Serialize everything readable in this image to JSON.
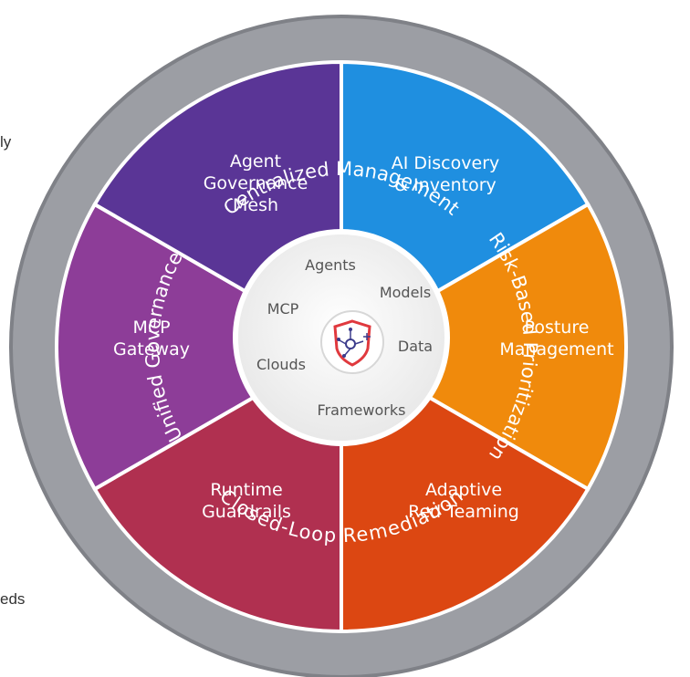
{
  "side_text": {
    "top": "ly",
    "bottom": "eds"
  },
  "ring": {
    "top": "Centralized Management",
    "right": "Risk-Based Prioritization",
    "bottom": "Closed-Loop Remediation",
    "left": "Unified Governance"
  },
  "segments": [
    {
      "lines": [
        "AI Discovery",
        "& Inventory"
      ],
      "color": "#1f8fe0"
    },
    {
      "lines": [
        "Posture",
        "Management"
      ],
      "color": "#f08a0c"
    },
    {
      "lines": [
        "Adaptive",
        "Red Teaming"
      ],
      "color": "#dc4712"
    },
    {
      "lines": [
        "Runtime",
        "Guardrails"
      ],
      "color": "#b03050"
    },
    {
      "lines": [
        "MCP",
        "Gateway"
      ],
      "color": "#8d3d98"
    },
    {
      "lines": [
        "Agent",
        "Governance",
        "Mesh"
      ],
      "color": "#5a3596"
    }
  ],
  "core": {
    "agents": "Agents",
    "models": "Models",
    "mcp": "MCP",
    "data": "Data",
    "clouds": "Clouds",
    "frameworks": "Frameworks",
    "icon": "shield-network-icon"
  },
  "colors": {
    "ring": "#9c9ea4",
    "ring_edge": "#7f8187",
    "core_bg": "#f2f2f2",
    "shield": "#e0393e"
  }
}
